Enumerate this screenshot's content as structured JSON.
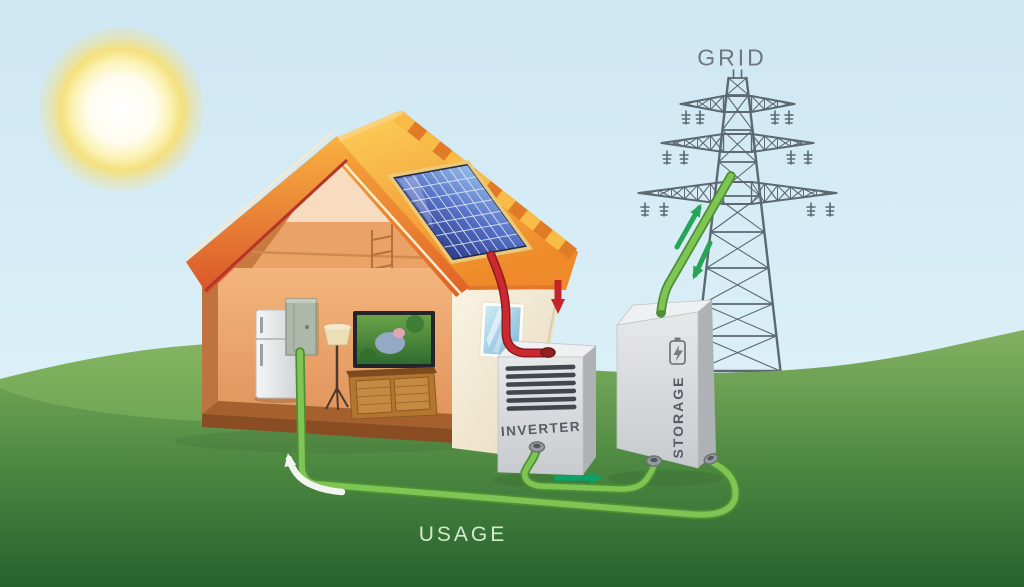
{
  "diagram": {
    "title": "Residential solar energy system diagram",
    "labels": {
      "grid": "GRID",
      "usage": "USAGE",
      "inverter": "INVERTER",
      "storage": "STORAGE"
    },
    "components": [
      "sun",
      "house with rooftop solar panel",
      "inverter",
      "storage battery",
      "power grid tower",
      "household appliances"
    ],
    "icons": [
      "sun-icon",
      "solar-panel-icon",
      "battery-icon",
      "lightning-bolt-icon",
      "fridge-icon",
      "tv-icon",
      "floor-lamp-icon",
      "cabinet-icon",
      "electrical-panel-icon",
      "grid-tower-icon",
      "window-icon"
    ],
    "flows": [
      {
        "from": "solar panel",
        "to": "inverter",
        "color_hex": "#c4242b"
      },
      {
        "from": "inverter",
        "to": "storage",
        "color_hex": "#0da267"
      },
      {
        "from": "storage",
        "to": "grid",
        "color_hex": "#27a456",
        "bidirectional": true
      },
      {
        "from": "storage",
        "to": "house",
        "color_hex": "#76c24c",
        "label": "USAGE"
      }
    ],
    "colors": {
      "sky": "#d6ecf6",
      "ground_top": "#83b161",
      "ground_bottom": "#25622e",
      "roof_orange": "#f29a2e",
      "wall_cream": "#f6efdd",
      "panel_blue": "#5570c4",
      "cable_green": "#76c24c",
      "cable_red": "#c4242b",
      "box_gray": "#d9dbdd",
      "tower_gray": "#5c6970",
      "label_gray": "#6e777c",
      "label_light_green": "#d6e9cf"
    }
  }
}
